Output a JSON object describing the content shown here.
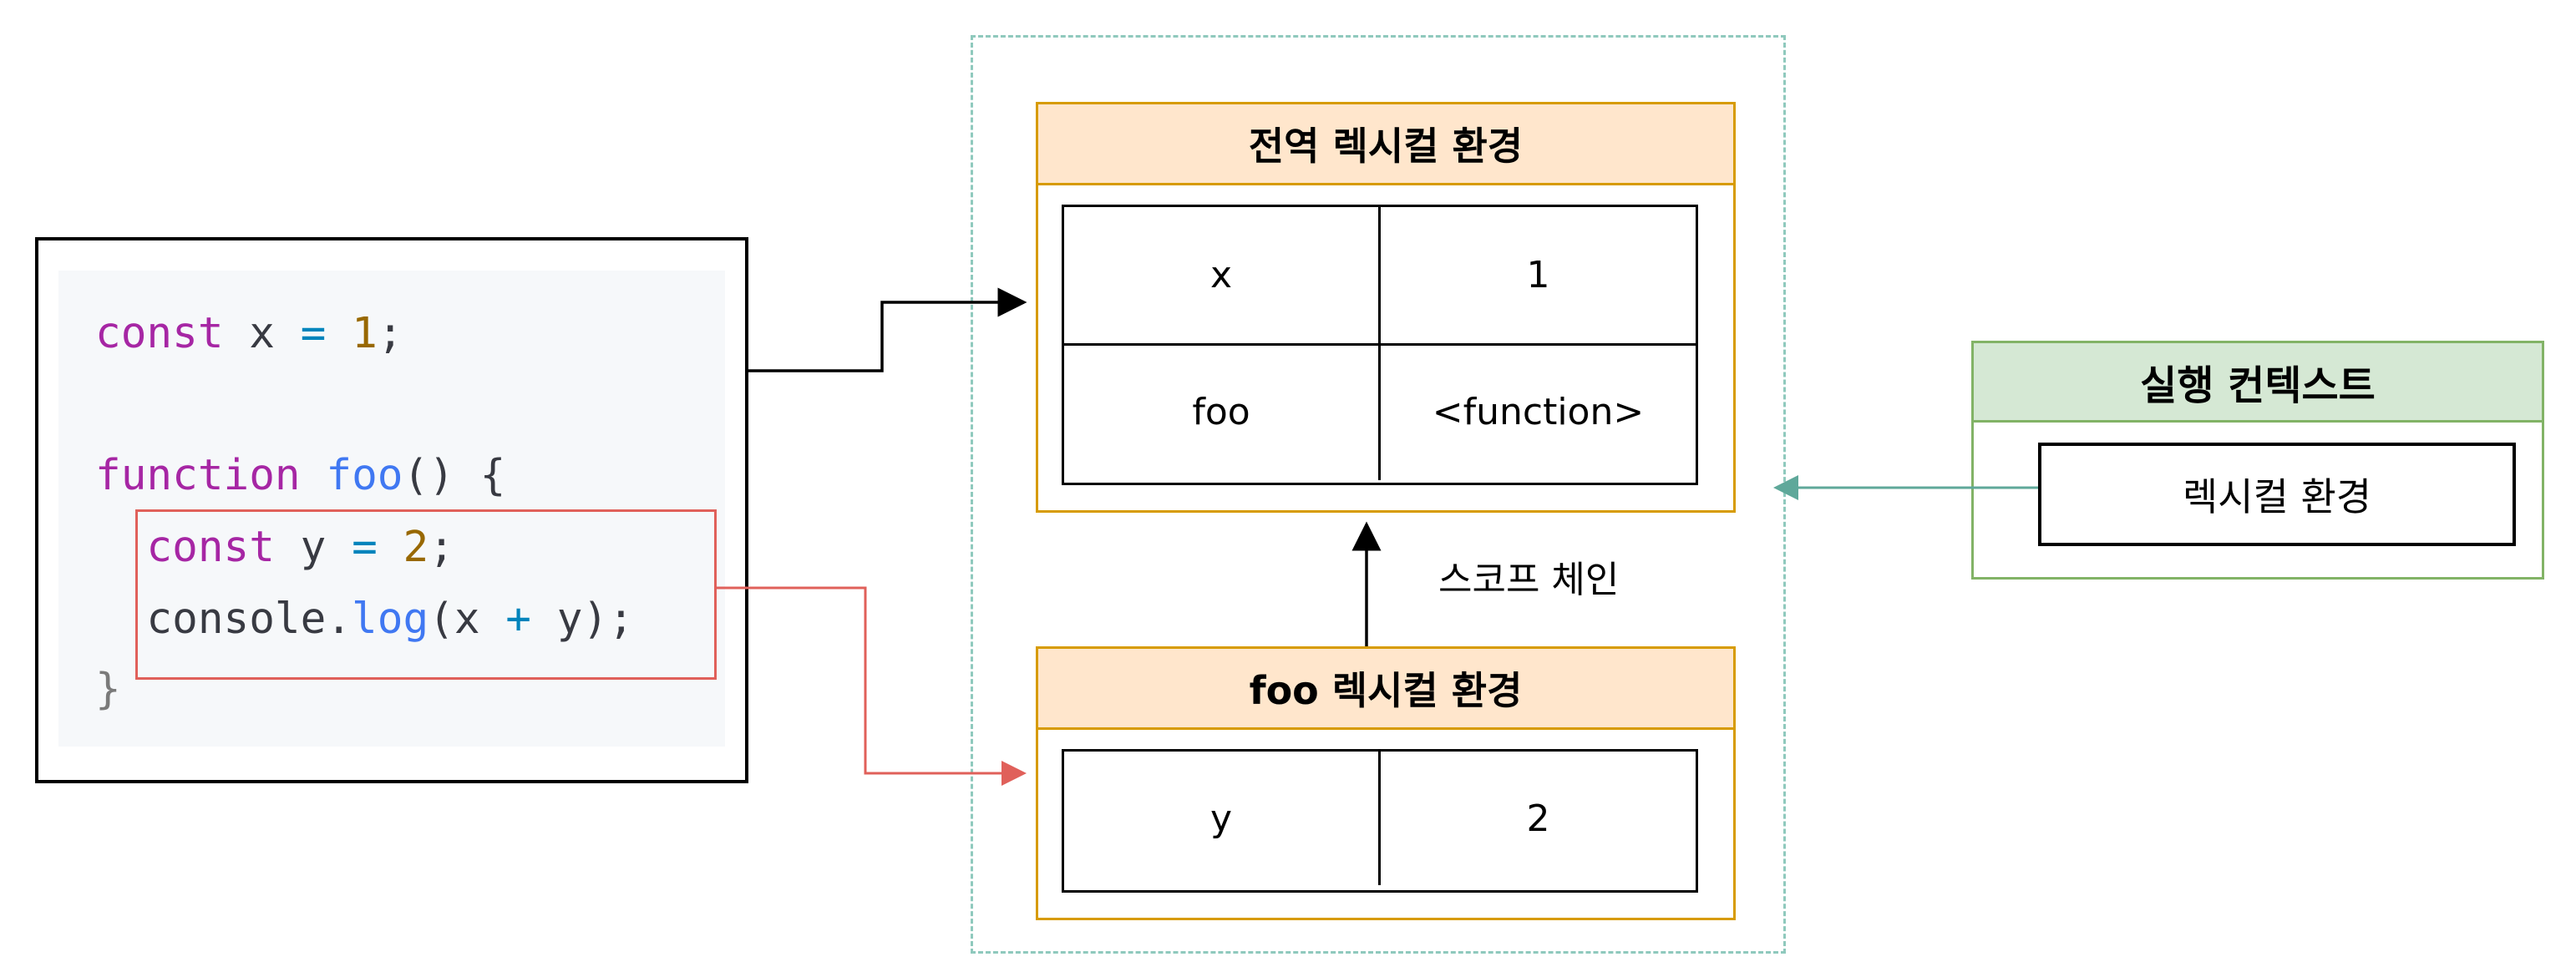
{
  "code": {
    "lines": [
      [
        {
          "t": "const",
          "k": "keyword"
        },
        {
          "t": " x ",
          "k": "ident"
        },
        {
          "t": "=",
          "k": "op"
        },
        {
          "t": " ",
          "k": "ident"
        },
        {
          "t": "1",
          "k": "num"
        },
        {
          "t": ";",
          "k": "punct"
        }
      ],
      [],
      [
        {
          "t": "function",
          "k": "keyword"
        },
        {
          "t": " ",
          "k": "ident"
        },
        {
          "t": "foo",
          "k": "fn"
        },
        {
          "t": "() {",
          "k": "punct"
        }
      ],
      [
        {
          "t": "  ",
          "k": "ident"
        },
        {
          "t": "const",
          "k": "keyword"
        },
        {
          "t": " y ",
          "k": "ident"
        },
        {
          "t": "=",
          "k": "op"
        },
        {
          "t": " ",
          "k": "ident"
        },
        {
          "t": "2",
          "k": "num"
        },
        {
          "t": ";",
          "k": "punct"
        }
      ],
      [
        {
          "t": "  console.",
          "k": "ident"
        },
        {
          "t": "log",
          "k": "fn"
        },
        {
          "t": "(x ",
          "k": "ident"
        },
        {
          "t": "+",
          "k": "op"
        },
        {
          "t": " y);",
          "k": "ident"
        }
      ],
      [
        {
          "t": "}",
          "k": "brace"
        }
      ]
    ]
  },
  "global_env": {
    "title": "전역 렉시컬 환경",
    "rows": [
      {
        "key": "x",
        "value": "1"
      },
      {
        "key": "foo",
        "value": "<function>"
      }
    ]
  },
  "foo_env": {
    "title": "foo 렉시컬 환경",
    "rows": [
      {
        "key": "y",
        "value": "2"
      }
    ]
  },
  "scope_chain_label": "스코프 체인",
  "execution_context": {
    "title": "실행 컨텍스트",
    "field": "렉시컬 환경"
  },
  "colors": {
    "env_header_fill": "#ffe6cc",
    "env_border": "#d79b00",
    "exec_header_fill": "#d5e8d4",
    "exec_border": "#82b366",
    "highlight": "#e0605a",
    "teal_arrow": "#5fa89a"
  }
}
